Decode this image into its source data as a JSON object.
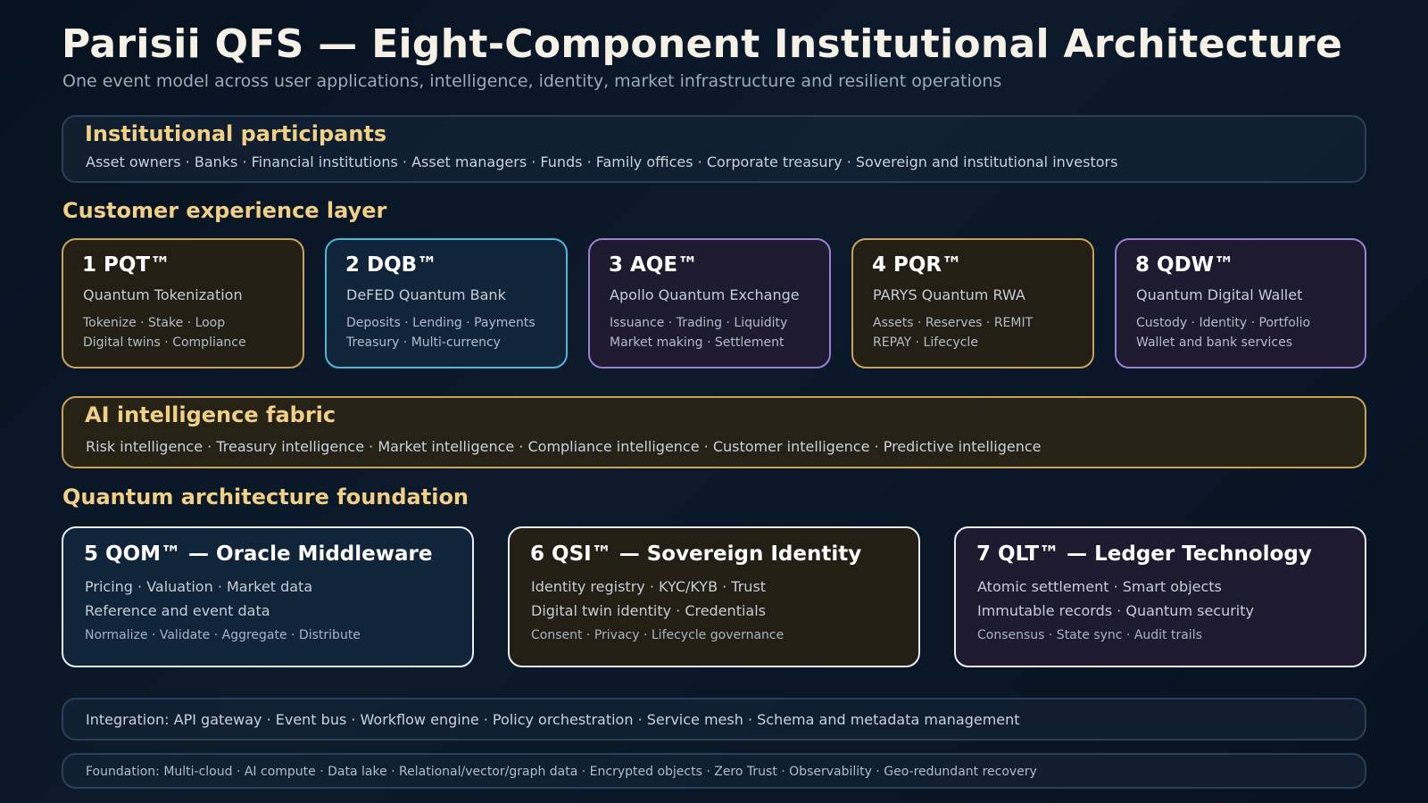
{
  "header": {
    "title": "Parisii QFS — Eight-Component Institutional Architecture",
    "subtitle": "One event model across user applications, intelligence, identity, market infrastructure and resilient operations"
  },
  "participants": {
    "title": "Institutional participants",
    "text": "Asset owners · Banks · Financial institutions · Asset managers · Funds · Family offices · Corporate treasury · Sovereign and institutional investors"
  },
  "customer_layer": {
    "label": "Customer experience layer",
    "cards": [
      {
        "title": "1 PQT™",
        "subtitle": "Quantum Tokenization",
        "line1": "Tokenize · Stake · Loop",
        "line2": "Digital twins · Compliance",
        "accent": "#c9a25a"
      },
      {
        "title": "2 DQB™",
        "subtitle": "DeFED Quantum Bank",
        "line1": "Deposits · Lending · Payments",
        "line2": "Treasury · Multi-currency",
        "accent": "#4fb7d8"
      },
      {
        "title": "3 AQE™",
        "subtitle": "Apollo Quantum Exchange",
        "line1": "Issuance · Trading · Liquidity",
        "line2": "Market making · Settlement",
        "accent": "#9a7fd4"
      },
      {
        "title": "4 PQR™",
        "subtitle": "PARYS Quantum RWA",
        "line1": "Assets · Reserves · REMIT",
        "line2": "REPAY · Lifecycle",
        "accent": "#c9a25a"
      },
      {
        "title": "8 QDW™",
        "subtitle": "Quantum Digital Wallet",
        "line1": "Custody · Identity · Portfolio",
        "line2": "Wallet and bank services",
        "accent": "#9a7fd4"
      }
    ]
  },
  "ai_fabric": {
    "title": "AI intelligence fabric",
    "text": "Risk intelligence · Treasury intelligence · Market intelligence · Compliance intelligence · Customer intelligence · Predictive intelligence"
  },
  "quantum_foundation": {
    "label": "Quantum architecture foundation",
    "cards": [
      {
        "title": "5 QOM™ — Oracle Middleware",
        "line1": "Pricing · Valuation · Market data",
        "line2": "Reference and event data",
        "line3": "Normalize · Validate · Aggregate · Distribute",
        "accent": "#4fb7d8"
      },
      {
        "title": "6 QSI™ — Sovereign Identity",
        "line1": "Identity registry · KYC/KYB · Trust",
        "line2": "Digital twin identity · Credentials",
        "line3": "Consent · Privacy · Lifecycle governance",
        "accent": "#c9a25a"
      },
      {
        "title": "7 QLT™ — Ledger Technology",
        "line1": "Atomic settlement · Smart objects",
        "line2": "Immutable records · Quantum security",
        "line3": "Consensus · State sync · Audit trails",
        "accent": "#9a7fd4"
      }
    ]
  },
  "integration": {
    "text": "Integration: API gateway · Event bus · Workflow engine · Policy orchestration · Service mesh · Schema and metadata management"
  },
  "foundation": {
    "text": "Foundation: Multi-cloud · AI compute · Data lake · Relational/vector/graph data · Encrypted objects · Zero Trust · Observability · Geo-redundant recovery"
  }
}
